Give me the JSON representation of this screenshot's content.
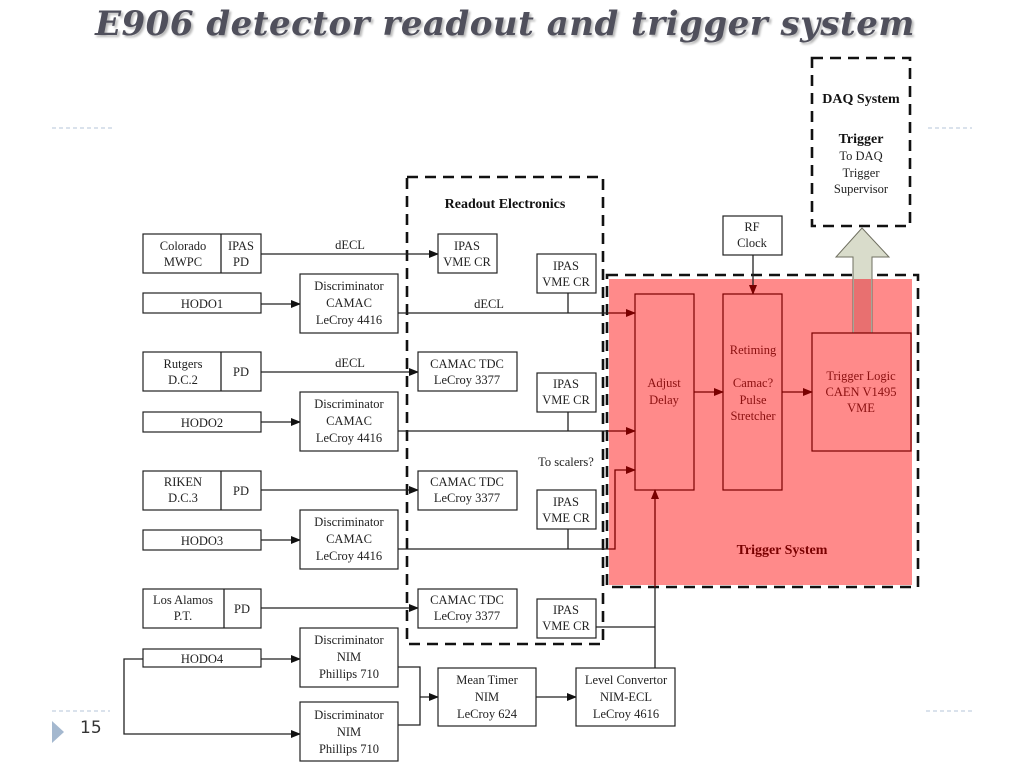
{
  "slide": {
    "title": "E906 detector readout and trigger system",
    "page_number": "15"
  },
  "groups": {
    "readout_electronics": "Readout Electronics",
    "trigger_system": "Trigger System",
    "daq": {
      "title": "DAQ System",
      "subtitle": "Trigger",
      "lines": [
        "To DAQ",
        "Trigger",
        "Supervisor"
      ]
    }
  },
  "detectors": [
    {
      "name": [
        "Colorado",
        "MWPC"
      ],
      "preamp": [
        "IPAS",
        "PD"
      ]
    },
    {
      "name": [
        "HODO1"
      ]
    },
    {
      "name": [
        "Rutgers",
        "D.C.2"
      ],
      "preamp": [
        "PD"
      ]
    },
    {
      "name": [
        "HODO2"
      ]
    },
    {
      "name": [
        "RIKEN",
        "D.C.3"
      ],
      "preamp": [
        "PD"
      ]
    },
    {
      "name": [
        "HODO3"
      ]
    },
    {
      "name": [
        "Los Alamos",
        "P.T."
      ],
      "preamp": [
        "PD"
      ]
    },
    {
      "name": [
        "HODO4"
      ]
    }
  ],
  "discriminators": [
    [
      "Discriminator",
      "CAMAC",
      "LeCroy 4416"
    ],
    [
      "Discriminator",
      "CAMAC",
      "LeCroy 4416"
    ],
    [
      "Discriminator",
      "CAMAC",
      "LeCroy 4416"
    ],
    [
      "Discriminator",
      "NIM",
      "Phillips 710"
    ],
    [
      "Discriminator",
      "NIM",
      "Phillips 710"
    ]
  ],
  "readout_modules": {
    "ipas_vme": [
      "IPAS",
      "VME CR"
    ],
    "camac_tdc": [
      "CAMAC TDC",
      "LeCroy 3377"
    ]
  },
  "signal_labels": {
    "decl": "dECL",
    "to_scalers": "To scalers?"
  },
  "mean_timer": [
    "Mean Timer",
    "NIM",
    "LeCroy 624"
  ],
  "level_convertor": [
    "Level Convertor",
    "NIM-ECL",
    "LeCroy 4616"
  ],
  "rf_clock": [
    "RF",
    "Clock"
  ],
  "adjust_delay": [
    "Adjust",
    "Delay"
  ],
  "retiming": [
    "Retiming",
    "",
    "Camac?",
    "Pulse",
    "Stretcher"
  ],
  "trigger_logic": [
    "Trigger Logic",
    "CAEN V1495",
    "VME"
  ],
  "colors": {
    "trigger_fill": "#ff8a8a",
    "trigger_stroke": "#7a0000",
    "daq_arrow": "#d9dccb",
    "title_text": "#50505c"
  }
}
